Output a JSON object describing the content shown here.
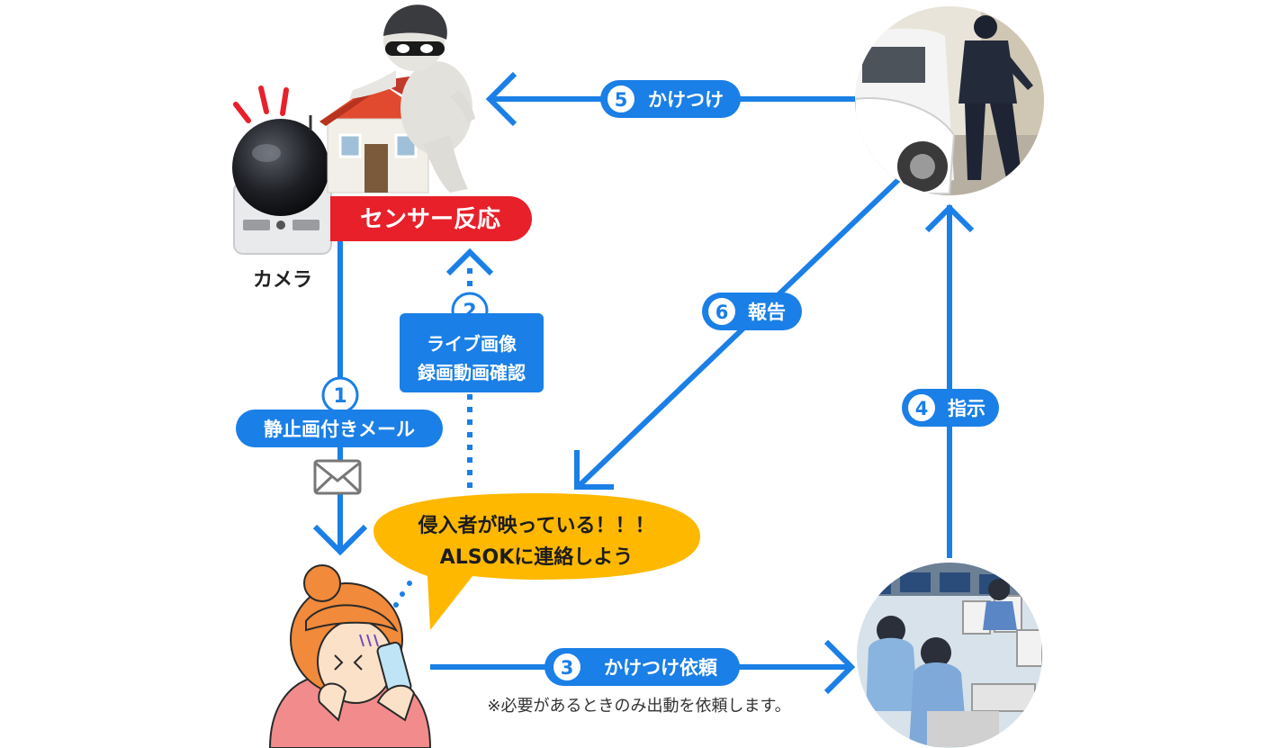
{
  "labels": {
    "camera": "カメラ",
    "sensor": "センサー反応",
    "step1_num": "1",
    "step1": "静止画付きメール",
    "step2_num": "2",
    "step2_line1": "ライブ画像",
    "step2_line2": "録画動画確認",
    "step3_num": "3",
    "step3": "かけつけ依頼",
    "step4_num": "4",
    "step4": "指示",
    "step5_num": "5",
    "step5": "かけつけ",
    "step6_num": "6",
    "step6": "報告",
    "speech_line1": "侵入者が映っている！！！",
    "speech_line2": "ALSOKに連絡しよう",
    "note": "※必要があるときのみ出動を依頼します。"
  },
  "colors": {
    "primary": "#1a7fe6",
    "sensor_red": "#e8202a",
    "speech_yellow": "#ffb800"
  },
  "icons": {
    "camera": "security-camera-icon",
    "house": "house-icon",
    "burglar": "burglar-icon",
    "mail": "envelope-icon",
    "woman": "woman-on-phone-icon",
    "guard": "guard-photo",
    "control_center": "control-center-photo"
  }
}
